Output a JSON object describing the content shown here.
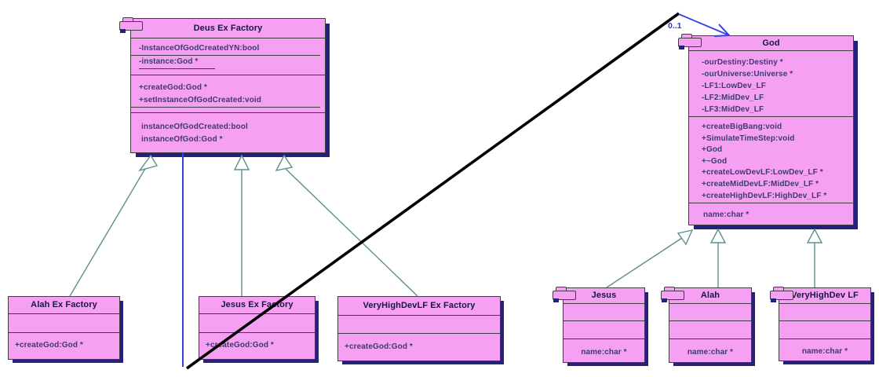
{
  "diagram": {
    "type": "uml-class-diagram",
    "association": {
      "multiplicity": "0..1"
    },
    "classes": [
      {
        "name": "Deus Ex Factory",
        "attributes": [
          "-InstanceOfGodCreatedYN:bool",
          "-instance:God *"
        ],
        "methods": [
          "+createGod:God *",
          "+setInstanceOfGodCreated:void"
        ],
        "properties": [
          "instanceOfGodCreated:bool",
          "instanceOfGod:God *"
        ]
      },
      {
        "name": "God",
        "attributes": [
          "-ourDestiny:Destiny *",
          "-ourUniverse:Universe *",
          "-LF1:LowDev_LF",
          "-LF2:MidDev_LF",
          "-LF3:MidDev_LF"
        ],
        "methods": [
          "+createBigBang:void",
          "+SimulateTimeStep:void",
          "+God",
          "+~God",
          "+createLowDevLF:LowDev_LF *",
          "+createMidDevLF:MidDev_LF *",
          "+createHighDevLF:HighDev_LF *"
        ],
        "properties": [
          "name:char *"
        ]
      },
      {
        "name": "Alah Ex Factory",
        "attributes": [],
        "methods": [
          "+createGod:God *"
        ],
        "properties": []
      },
      {
        "name": "Jesus Ex Factory",
        "attributes": [],
        "methods": [
          "+createGod:God *"
        ],
        "properties": []
      },
      {
        "name": "VeryHighDevLF Ex Factory",
        "attributes": [],
        "methods": [
          "+createGod:God *"
        ],
        "properties": []
      },
      {
        "name": "Jesus",
        "attributes": [],
        "methods": [],
        "properties": [
          "name:char *"
        ]
      },
      {
        "name": "Alah",
        "attributes": [],
        "methods": [],
        "properties": [
          "name:char *"
        ]
      },
      {
        "name": "VeryHighDev LF",
        "attributes": [],
        "methods": [],
        "properties": [
          "name:char *"
        ]
      }
    ],
    "relationships": [
      {
        "type": "generalization",
        "from": "Alah Ex Factory",
        "to": "Deus Ex Factory"
      },
      {
        "type": "generalization",
        "from": "Jesus Ex Factory",
        "to": "Deus Ex Factory"
      },
      {
        "type": "generalization",
        "from": "VeryHighDevLF Ex Factory",
        "to": "Deus Ex Factory"
      },
      {
        "type": "generalization",
        "from": "Jesus",
        "to": "God"
      },
      {
        "type": "generalization",
        "from": "Alah",
        "to": "God"
      },
      {
        "type": "generalization",
        "from": "VeryHighDev LF",
        "to": "God"
      },
      {
        "type": "association",
        "from": "Deus Ex Factory",
        "to": "God",
        "multiplicity": "0..1"
      }
    ],
    "colors": {
      "class_fill": "#f6a0f4",
      "class_border": "#3f3f3f",
      "shadow": "#22227d",
      "generalization_line": "#5f8f8f",
      "association_blue": "#3340e6",
      "association_black": "#000000",
      "member_text": "#3b3b72"
    }
  }
}
